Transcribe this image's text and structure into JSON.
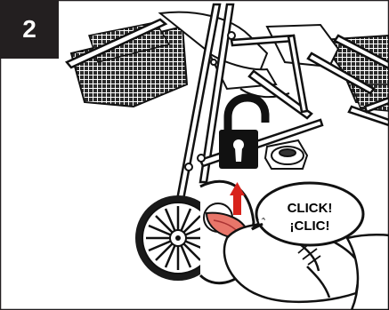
{
  "step": {
    "number": "2"
  },
  "callout": {
    "line1": "CLICK!",
    "line2": "¡CLIC!"
  },
  "icons": {
    "unlock": "padlock-open-icon",
    "arrow": "up-arrow-icon"
  },
  "colors": {
    "badge": "#231f20",
    "arrow": "#d8231c",
    "pedal": "#e8766a",
    "mesh": "#2b2b2b",
    "line": "#111111"
  }
}
